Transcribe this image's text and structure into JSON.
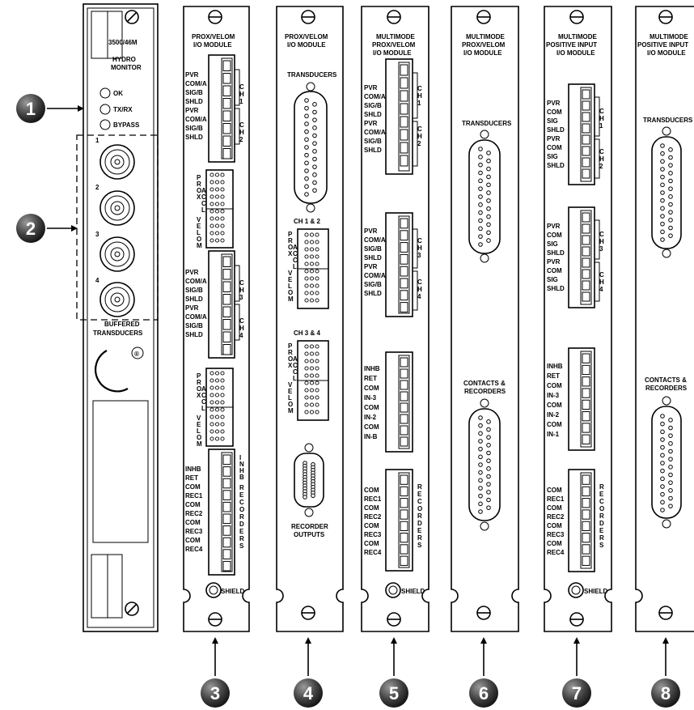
{
  "callouts": [
    "1",
    "2",
    "3",
    "4",
    "5",
    "6",
    "7",
    "8"
  ],
  "panel1": {
    "model": "3500/46M",
    "title_l1": "HYDRO",
    "title_l2": "MONITOR",
    "leds": [
      "OK",
      "TX/RX",
      "BYPASS"
    ],
    "channels": [
      "1",
      "2",
      "3",
      "4"
    ],
    "buffered_l1": "BUFFERED",
    "buffered_l2": "TRANSDUCERS",
    "registered": "®"
  },
  "panel3": {
    "title_l1": "PROX/VELOM",
    "title_l2": "I/O MODULE",
    "ch12_pins": [
      "PVR",
      "COM/A",
      "SIG/B",
      "SHLD",
      "PVR",
      "COM/A",
      "SIG/B",
      "SHLD"
    ],
    "ch34_pins": [
      "PVR",
      "COM/A",
      "SIG/B",
      "SHLD",
      "PVR",
      "COM/A",
      "SIG/B",
      "SHLD"
    ],
    "ch1": [
      "C",
      "H",
      "1"
    ],
    "ch2": [
      "C",
      "H",
      "2"
    ],
    "ch3": [
      "C",
      "H",
      "3"
    ],
    "ch4": [
      "C",
      "H",
      "4"
    ],
    "prox": [
      "P",
      "R",
      "O",
      "X"
    ],
    "accel": [
      "A",
      "C",
      "C",
      "L"
    ],
    "velom": [
      "V",
      "E",
      "L",
      "O",
      "M"
    ],
    "inhb_vert": [
      "I",
      "N",
      "H",
      "B"
    ],
    "rec_vert": [
      "R",
      "E",
      "C",
      "O",
      "R",
      "D",
      "E",
      "R",
      "S"
    ],
    "rec_pins": [
      "INHB",
      "RET",
      "COM",
      "REC1",
      "COM",
      "REC2",
      "COM",
      "REC3",
      "COM",
      "REC4"
    ],
    "shield": "SHIELD"
  },
  "panel4": {
    "title_l1": "PROX/VELOM",
    "title_l2": "I/O MODULE",
    "transducers": "TRANSDUCERS",
    "ch12": "CH 1 & 2",
    "ch34": "CH 3 & 4",
    "rec_l1": "RECORDER",
    "rec_l2": "OUTPUTS"
  },
  "panel5": {
    "title_l1": "MULTIMODE",
    "title_l2": "PROX/VELOM",
    "title_l3": "I/O MODULE",
    "ch12_pins": [
      "PVR",
      "COM/A",
      "SIG/B",
      "SHLD",
      "PVR",
      "COM/A",
      "SIG/B",
      "SHLD"
    ],
    "ch34_pins": [
      "PVR",
      "COM/A",
      "SIG/B",
      "SHLD",
      "PVR",
      "COM/A",
      "SIG/B",
      "SHLD"
    ],
    "inhb_pins": [
      "INHB",
      "RET",
      "COM",
      "IN-3",
      "COM",
      "IN-2",
      "COM",
      "IN-B"
    ],
    "rec_pins": [
      "COM",
      "REC1",
      "COM",
      "REC2",
      "COM",
      "REC3",
      "COM",
      "REC4"
    ],
    "shield": "SHIELD"
  },
  "panel6": {
    "title_l1": "MULTIMODE",
    "title_l2": "PROX/VELOM",
    "title_l3": "I/O MODULE",
    "transducers": "TRANSDUCERS",
    "contacts_l1": "CONTACTS &",
    "contacts_l2": "RECORDERS"
  },
  "panel7": {
    "title_l1": "MULTIMODE",
    "title_l2": "POSITIVE INPUT",
    "title_l3": "I/O MODULE",
    "ch12_pins": [
      "PVR",
      "COM",
      "SIG",
      "SHLD",
      "PVR",
      "COM",
      "SIG",
      "SHLD"
    ],
    "ch34_pins": [
      "PVR",
      "COM",
      "SIG",
      "SHLD",
      "PVR",
      "COM",
      "SIG",
      "SHLD"
    ],
    "inhb_pins": [
      "INHB",
      "RET",
      "COM",
      "IN-3",
      "COM",
      "IN-2",
      "COM",
      "IN-1"
    ],
    "rec_pins": [
      "COM",
      "REC1",
      "COM",
      "REC2",
      "COM",
      "REC3",
      "COM",
      "REC4"
    ],
    "shield": "SHIELD"
  },
  "panel8": {
    "title_l1": "MULTIMODE",
    "title_l2": "POSITIVE INPUT",
    "title_l3": "I/O MODULE",
    "transducers": "TRANSDUCERS",
    "contacts_l1": "CONTACTS &",
    "contacts_l2": "RECORDERS"
  }
}
